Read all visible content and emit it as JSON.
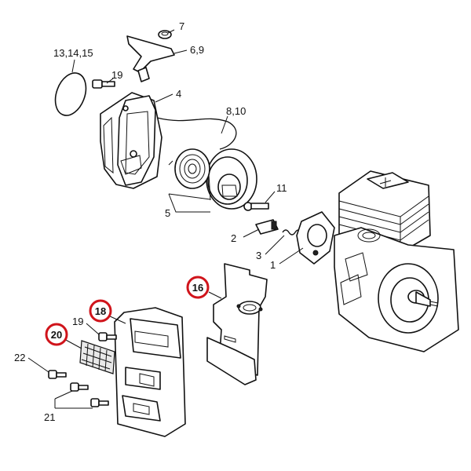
{
  "labels": {
    "p7": "7",
    "p6_9": "6,9",
    "p13_14_15": "13,14,15",
    "p19_top": "19",
    "p4": "4",
    "p8_10": "8,10",
    "p11": "11",
    "p5": "5",
    "p2": "2",
    "p3": "3",
    "p1": "1",
    "p16": "16",
    "p18": "18",
    "p19_bottom": "19",
    "p20": "20",
    "p22": "22",
    "p21": "21"
  },
  "colors": {
    "highlight_ring": "#d0141b",
    "line": "#111111",
    "background": "#ffffff"
  }
}
